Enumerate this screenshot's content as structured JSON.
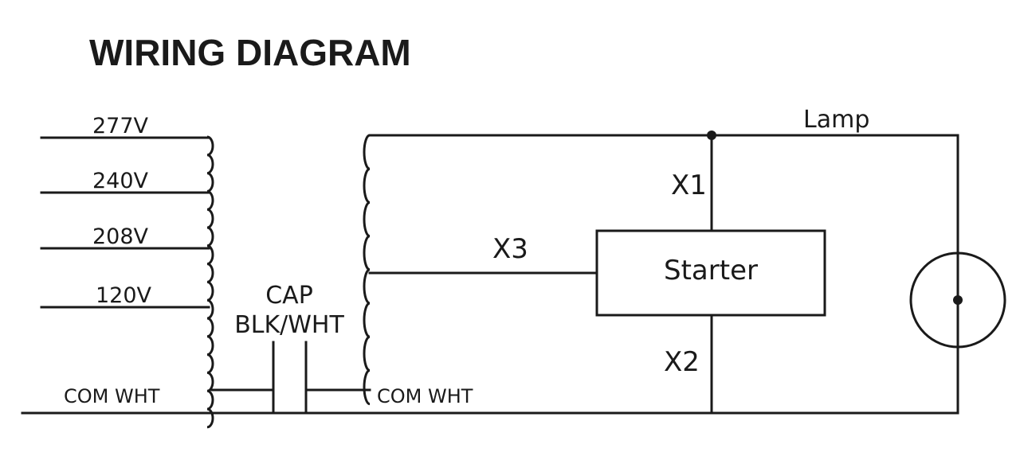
{
  "title": "WIRING DIAGRAM",
  "primary_taps": {
    "tap_277": "277V",
    "tap_240": "240V",
    "tap_208": "208V",
    "tap_120": "120V",
    "common_left": "COM WHT"
  },
  "capacitor": {
    "label": "CAP",
    "wire_color": "BLK/WHT"
  },
  "secondary": {
    "common_right": "COM WHT"
  },
  "starter": {
    "label": "Starter",
    "x1": "X1",
    "x2": "X2",
    "x3": "X3"
  },
  "lamp": {
    "label": "Lamp"
  }
}
